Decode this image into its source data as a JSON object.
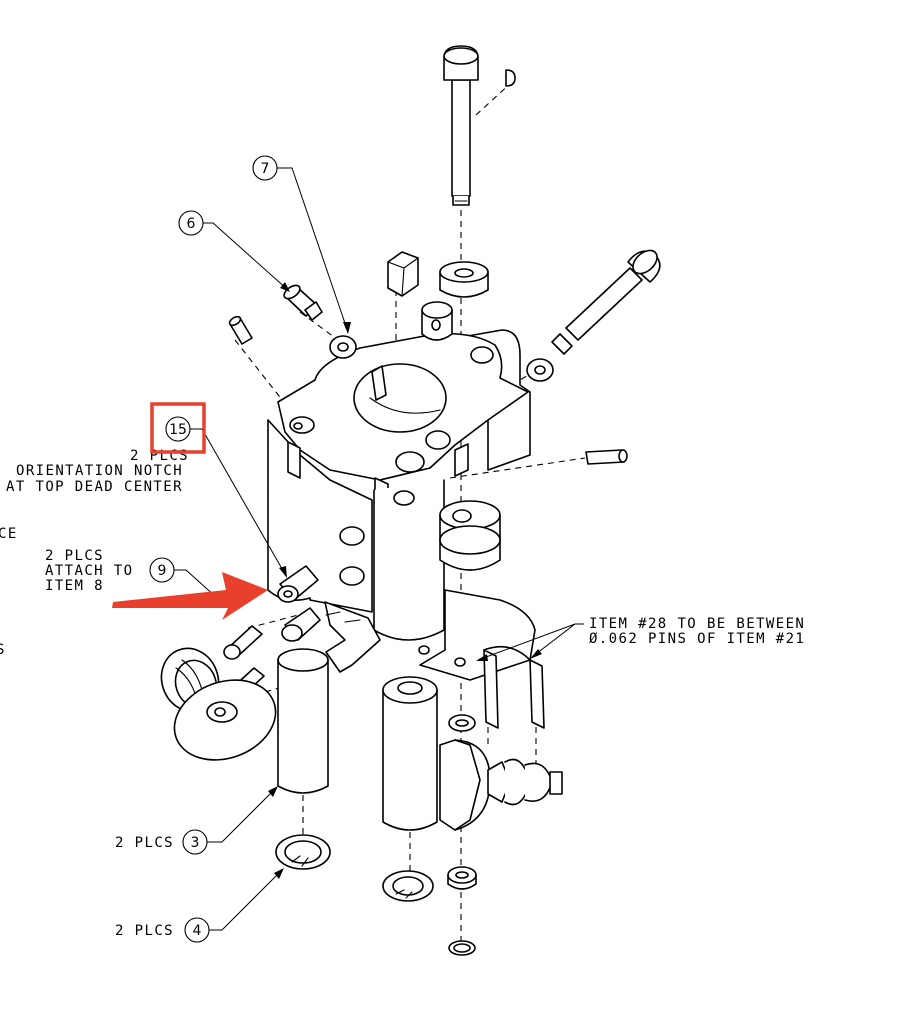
{
  "balloons": {
    "b15": "15",
    "b7": "7",
    "b6": "6",
    "b9": "9",
    "b3": "3",
    "b4": "4"
  },
  "notes": {
    "n15_line1": "2 PLCS",
    "n15_line2": "ORIENTATION NOTCH",
    "n15_line3": "AT TOP DEAD CENTER",
    "cut_ce": "CE",
    "cut_s": "S",
    "n9_line1": "2 PLCS",
    "n9_line2": "ATTACH TO",
    "n9_line3": "ITEM 8",
    "n28_line1": "ITEM #28 TO BE BETWEEN",
    "n28_line2": "Ø.062 PINS OF ITEM #21",
    "n3_line1": "2 PLCS",
    "n4_line1": "2 PLCS"
  },
  "highlight": {
    "color": "#e8402c",
    "target": "15"
  }
}
